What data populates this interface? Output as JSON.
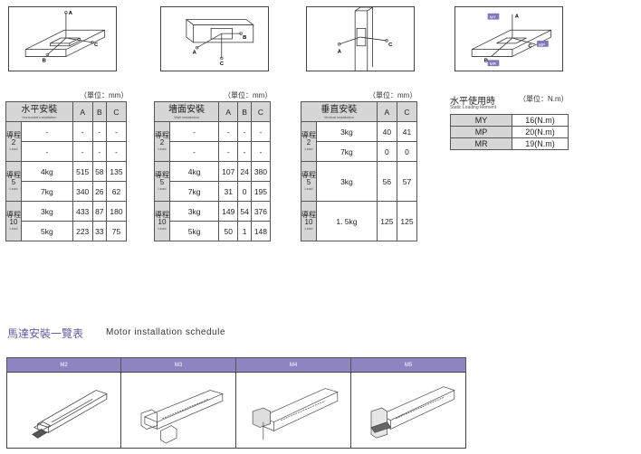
{
  "diagrams": [
    {
      "labels": [
        "A",
        "B",
        "C"
      ]
    },
    {
      "labels": [
        "A",
        "B",
        "C"
      ]
    },
    {
      "labels": [
        "A",
        "C"
      ]
    },
    {
      "labels": [
        "A",
        "B",
        "C"
      ],
      "moments": [
        "MY",
        "MP",
        "MR"
      ]
    }
  ],
  "colors": {
    "header_gray": "#d6d6d6",
    "motor_header": "#8e84c2",
    "title_purple": "#6a5a9f",
    "moment_tag": "#7f77b8"
  },
  "unit_mm": "（單位：mm）",
  "unit_nm": "（單位：N.m）",
  "lead_cn": "導程",
  "lead_en": "Lead",
  "col_load": "",
  "horizontal": {
    "title_cn": "水平安裝",
    "title_en": "Horizontal installation",
    "cols": [
      "A",
      "B",
      "C"
    ],
    "groups": [
      {
        "lead": "2",
        "rows": [
          [
            "-",
            "-",
            "-",
            "-"
          ],
          [
            "-",
            "-",
            "-",
            "-"
          ]
        ]
      },
      {
        "lead": "5",
        "rows": [
          [
            "4kg",
            "515",
            "58",
            "135"
          ],
          [
            "7kg",
            "340",
            "26",
            "62"
          ]
        ]
      },
      {
        "lead": "10",
        "rows": [
          [
            "3kg",
            "433",
            "87",
            "180"
          ],
          [
            "5kg",
            "223",
            "33",
            "75"
          ]
        ]
      }
    ]
  },
  "wall": {
    "title_cn": "墻面安裝",
    "title_en": "Wall installation",
    "cols": [
      "A",
      "B",
      "C"
    ],
    "groups": [
      {
        "lead": "2",
        "rows": [
          [
            "-",
            "-",
            "-",
            "-"
          ],
          [
            "-",
            "-",
            "-",
            "-"
          ]
        ]
      },
      {
        "lead": "5",
        "rows": [
          [
            "4kg",
            "107",
            "24",
            "380"
          ],
          [
            "7kg",
            "31",
            "0",
            "195"
          ]
        ]
      },
      {
        "lead": "10",
        "rows": [
          [
            "3kg",
            "149",
            "54",
            "376"
          ],
          [
            "5kg",
            "50",
            "1",
            "148"
          ]
        ]
      }
    ]
  },
  "vertical": {
    "title_cn": "垂直安裝",
    "title_en": "Vertical installation",
    "cols": [
      "A",
      "C"
    ],
    "groups": [
      {
        "lead": "2",
        "rows": [
          [
            "3kg",
            "40",
            "41"
          ],
          [
            "7kg",
            "0",
            "0"
          ]
        ]
      },
      {
        "lead": "5",
        "rows": [
          [
            "3kg",
            "56",
            "57"
          ]
        ]
      },
      {
        "lead": "10",
        "rows": [
          [
            "1. 5kg",
            "125",
            "125"
          ]
        ]
      }
    ]
  },
  "moment": {
    "title_cn": "水平使用時",
    "title_en": "Static Loading Moment",
    "rows": [
      [
        "MY",
        "16(N.m)"
      ],
      [
        "MP",
        "20(N.m)"
      ],
      [
        "MR",
        "19(N.m)"
      ]
    ]
  },
  "motor": {
    "title_cn": "馬達安裝一覽表",
    "title_en": "Motor installation schedule",
    "columns": [
      "M2",
      "M3",
      "M4",
      "M5"
    ]
  }
}
